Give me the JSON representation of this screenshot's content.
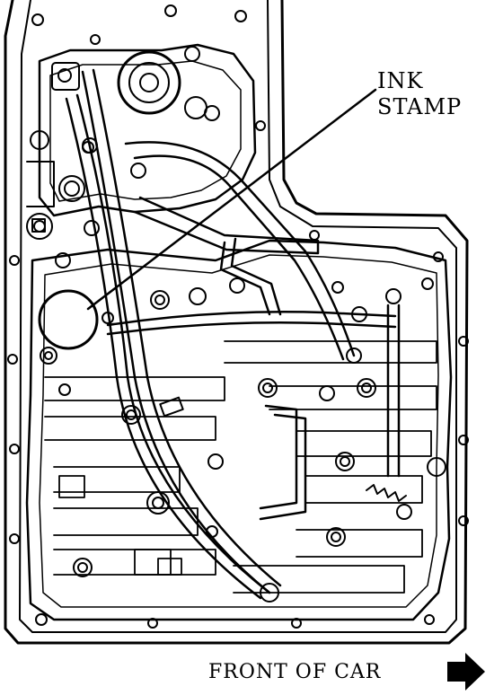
{
  "diagram": {
    "callout": {
      "line1": "INK",
      "line2": "STAMP"
    },
    "orientation_label": "FRONT OF CAR",
    "orientation_icon": "right-arrow-icon"
  }
}
